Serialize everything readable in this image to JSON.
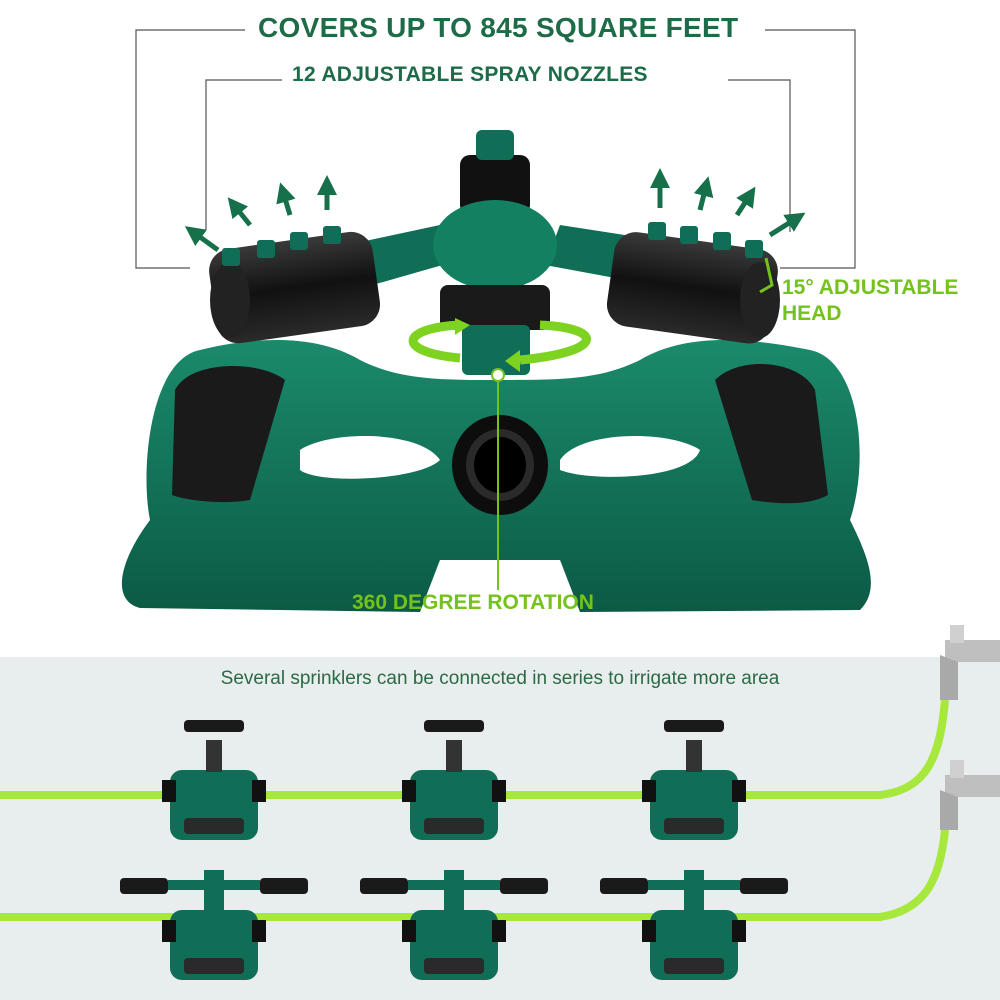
{
  "callouts": {
    "coverage": "COVERS UP TO 845 SQUARE FEET",
    "nozzles": "12 ADJUSTABLE SPRAY NOZZLES",
    "head_line1": "15° ADJUSTABLE",
    "head_line2": "HEAD",
    "rotation": "360 DEGREE ROTATION"
  },
  "series": {
    "caption": "Several sprinklers can be connected in series to irrigate more area"
  },
  "colors": {
    "dark_green_text": "#1e6b47",
    "lime_accent": "#74c21c",
    "sprinkler_body": "#0f6e55",
    "hose": "#a6e83c",
    "panel_bg": "#e8eeee"
  },
  "icons": [
    "spray-arrow-icon",
    "rotation-arrow-icon",
    "faucet-icon"
  ]
}
